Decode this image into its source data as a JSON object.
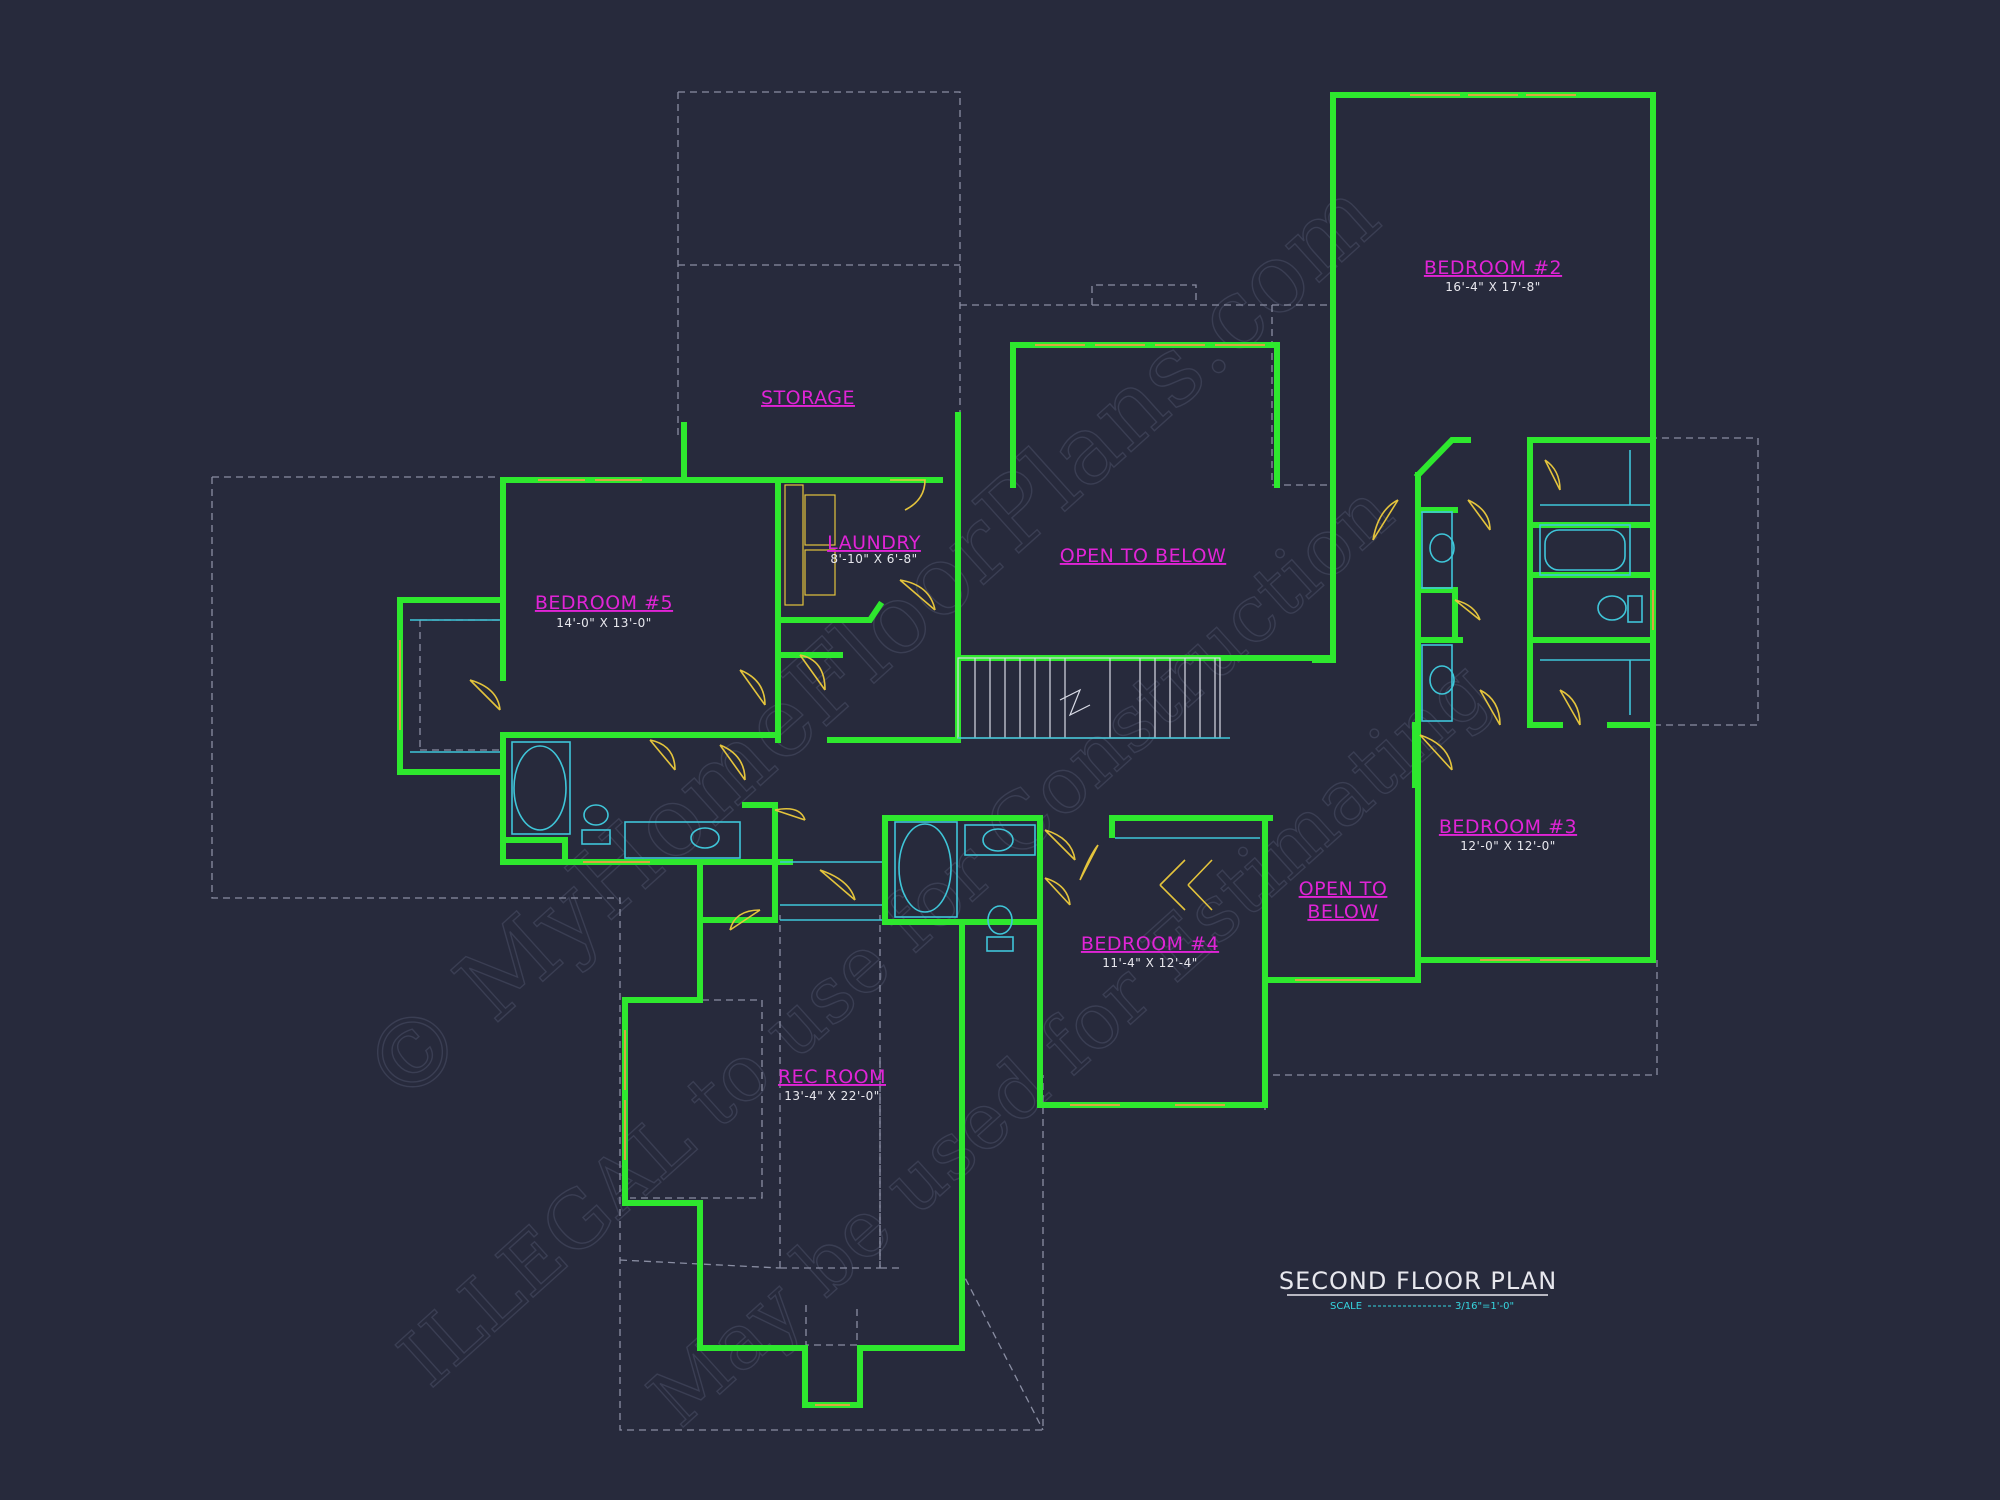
{
  "watermark": {
    "line1": "© MyHomeFloorPlans.com",
    "line2": "ILLEGAL to use for Construction",
    "line3": "May be used for Estimating"
  },
  "rooms": {
    "storage": {
      "name": "STORAGE"
    },
    "laundry": {
      "name": "LAUNDRY",
      "dims": "8'-10\" X 6'-8\""
    },
    "open_to_below_main": {
      "name": "OPEN TO BELOW"
    },
    "bedroom2": {
      "name": "BEDROOM #2",
      "dims": "16'-4\" X 17'-8\""
    },
    "bedroom5": {
      "name": "BEDROOM #5",
      "dims": "14'-0\" X 13'-0\""
    },
    "bedroom3": {
      "name": "BEDROOM #3",
      "dims": "12'-0\" X 12'-0\""
    },
    "open_to_below_small": {
      "line1": "OPEN TO",
      "line2": "BELOW"
    },
    "bedroom4": {
      "name": "BEDROOM #4",
      "dims": "11'-4\" X 12'-4\""
    },
    "rec_room": {
      "name": "REC ROOM",
      "dims": "13'-4\" X 22'-0\""
    }
  },
  "title_block": {
    "title": "SECOND FLOOR PLAN",
    "scale_label": "SCALE",
    "scale_value": "3/16\"=1'-0\""
  },
  "colors": {
    "background": "#272a3c",
    "walls": "#2ee82e",
    "room_labels": "#e024d6",
    "fixtures": "#3fc6d9",
    "doors": "#e4c43c"
  }
}
